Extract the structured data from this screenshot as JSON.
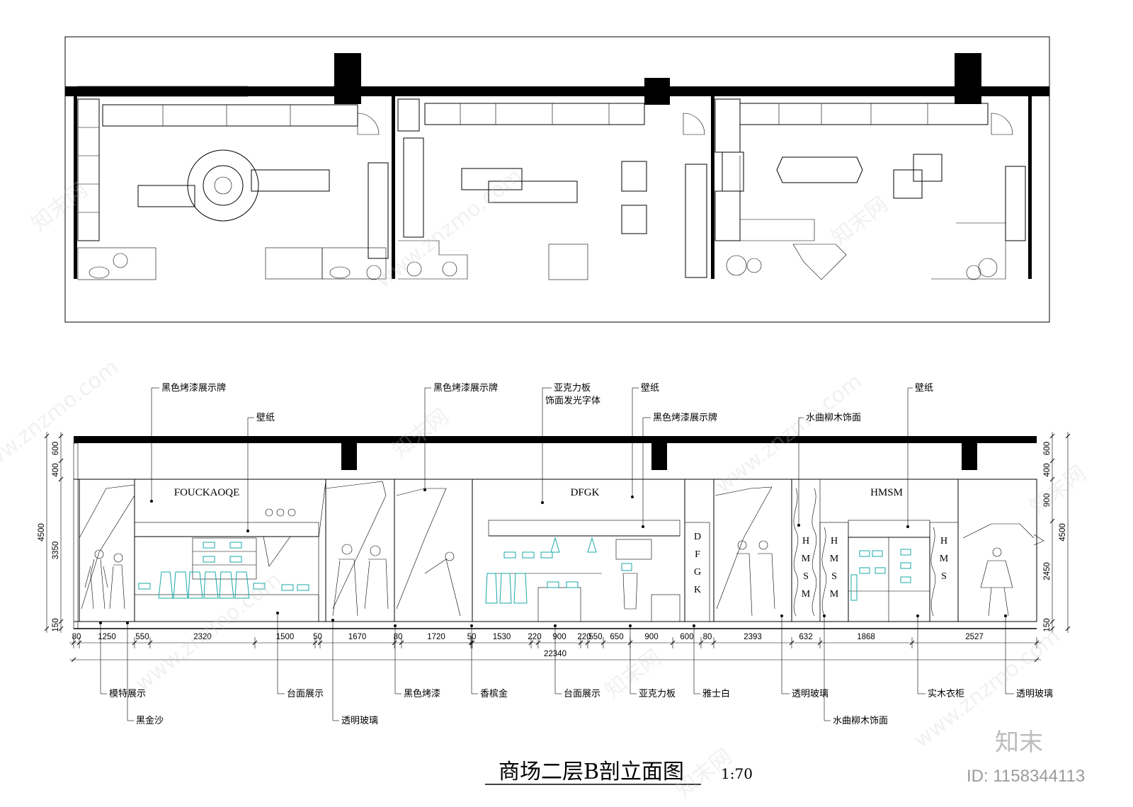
{
  "drawing_title": "商场二层B剖立面图",
  "scale": "1:70",
  "stores": [
    {
      "name": "FOUCKAOQE"
    },
    {
      "name": "DFGK"
    },
    {
      "name": "HMSM"
    }
  ],
  "vertical_store_texts": {
    "dfgk": [
      "D",
      "F",
      "G",
      "K"
    ],
    "hmsm_columns": [
      [
        "H",
        "M",
        "S",
        "M"
      ],
      [
        "H",
        "M",
        "S",
        "M"
      ],
      [
        "H",
        "M",
        "S"
      ]
    ]
  },
  "top_labels": [
    "黑色烤漆展示牌",
    "壁纸",
    "黑色烤漆展示牌",
    "亚克力板",
    "饰面发光字体",
    "壁纸",
    "黑色烤漆展示牌",
    "水曲柳木饰面",
    "壁纸"
  ],
  "bottom_labels": [
    "模特展示",
    "黑金沙",
    "台面展示",
    "透明玻璃",
    "黑色烤漆",
    "香槟金",
    "台面展示",
    "亚克力板",
    "雅士白",
    "透明玻璃",
    "水曲柳木饰面",
    "实木衣柜",
    "透明玻璃"
  ],
  "horizontal_dims": [
    "80",
    "1250",
    "550",
    "2320",
    "1500",
    "50",
    "1670",
    "80",
    "1720",
    "50",
    "1530",
    "220",
    "900",
    "220",
    "550",
    "650",
    "900",
    "600",
    "80",
    "2393",
    "632",
    "1868",
    "2527"
  ],
  "total_dim": "22340",
  "left_dims": [
    "600",
    "400",
    "3350",
    "150"
  ],
  "left_total": "4500",
  "right_dims": [
    "600",
    "400",
    "900",
    "2450",
    "150"
  ],
  "right_total": "4500",
  "watermark": "www.znzmo.com",
  "watermark_cn": "知末网",
  "brand": "知末",
  "id_text": "ID: 1158344113"
}
